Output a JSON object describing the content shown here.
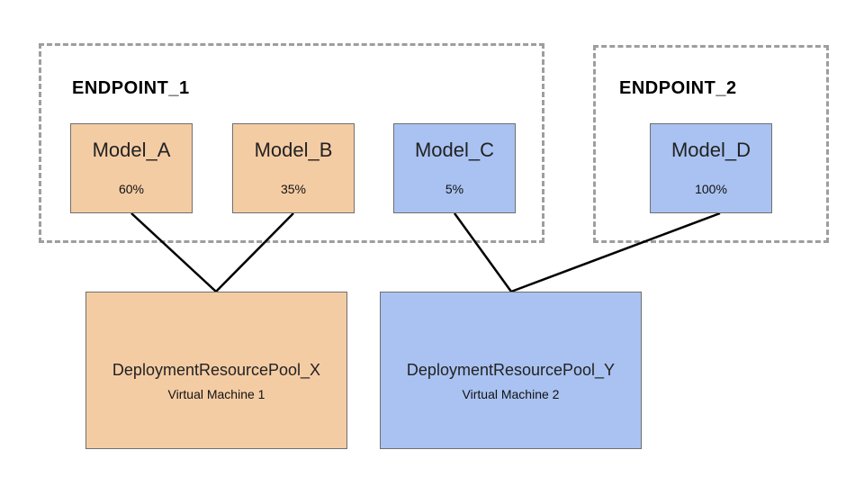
{
  "endpoints": [
    {
      "title": "ENDPOINT_1"
    },
    {
      "title": "ENDPOINT_2"
    }
  ],
  "models": [
    {
      "name": "Model_A",
      "share": "60%",
      "color": "#f4cca4"
    },
    {
      "name": "Model_B",
      "share": "35%",
      "color": "#f4cca4"
    },
    {
      "name": "Model_C",
      "share": "5%",
      "color": "#a9c2f1"
    },
    {
      "name": "Model_D",
      "share": "100%",
      "color": "#a9c2f1"
    }
  ],
  "pools": [
    {
      "name": "DeploymentResourcePool_X",
      "vm": "Virtual Machine 1",
      "color": "#f4cca4"
    },
    {
      "name": "DeploymentResourcePool_Y",
      "vm": "Virtual Machine 2",
      "color": "#a9c2f1"
    }
  ],
  "colors": {
    "orange": "#f4cca4",
    "blue": "#a9c2f1",
    "border_dashed": "#9e9e9e",
    "line": "#000000"
  }
}
